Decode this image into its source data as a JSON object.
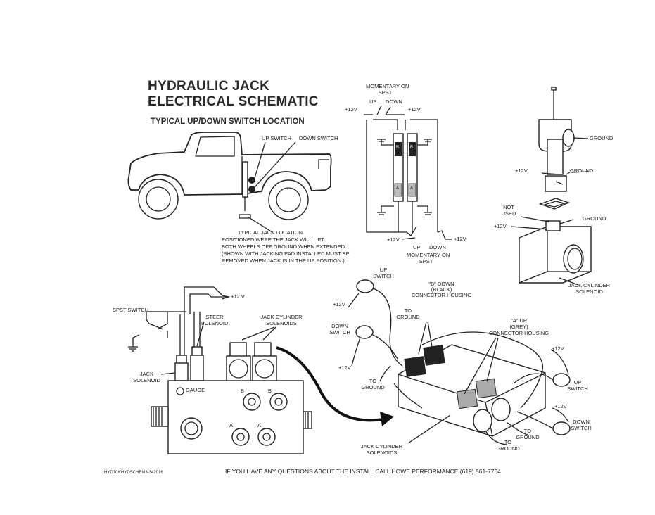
{
  "title_line1": "HYDRAULIC JACK",
  "title_line2": "ELECTRICAL SCHEMATIC",
  "subtitle": "TYPICAL UP/DOWN SWITCH LOCATION",
  "truck": {
    "up_switch": "UP SWITCH",
    "down_switch": "DOWN SWITCH",
    "jack_location_note": [
      "TYPICAL JACK LOCATION.",
      "POSITIONED WERE THE JACK WILL LIFT",
      "BOTH WHEELS OFF GROUND WHEN EXTENDED.",
      "(SHOWN WITH JACKING PAD INSTALLED.MUST BE",
      "REMOVED WHEN JACK IS IN THE UP POSITION.)"
    ]
  },
  "switch_schematic": {
    "top_label": [
      "MOMENTARY ON",
      "SPST"
    ],
    "up": "UP",
    "down": "DOWN",
    "plus12_tl": "+12V",
    "plus12_tr": "+12V",
    "plus12_bl": "+12V",
    "plus12_br": "+12V",
    "b1": "B",
    "b2": "B",
    "a1": "A",
    "a2": "A",
    "bottom_up": "UP",
    "bottom_down": "DOWN",
    "bottom_label": [
      "MOMENTARY ON",
      "SPST"
    ]
  },
  "solenoid_detail": {
    "ground1": "GROUND",
    "plus12": "+12V",
    "ground2": "GROUND",
    "not_used": [
      "NOT",
      "USED"
    ],
    "plus12b": "+12V",
    "ground3": "GROUND",
    "jack_cylinder_solenoid": [
      "JACK CYLINDER",
      "SOLENOID"
    ]
  },
  "wiring": {
    "plus12v": "+12 V",
    "spst_switch": "SPST SWITCH",
    "steer_solenoid": [
      "STEER",
      "SOLENOID"
    ],
    "jack_cylinder_solenoids": [
      "JACK CYLINDER",
      "SOLENOIDS"
    ],
    "jack_solenoid": [
      "JACK",
      "SOLENOID"
    ],
    "gauge": "GAUGE",
    "port_b1": "B",
    "port_b2": "B",
    "port_a1": "A",
    "port_a2": "A"
  },
  "assembly": {
    "up_switch": [
      "UP",
      "SWITCH"
    ],
    "plus12_a": "+12V",
    "b_down": [
      "\"B\" DOWN",
      "(BLACK)",
      "CONNECTOR HOUSING"
    ],
    "to_ground_a": [
      "TO",
      "GROUND"
    ],
    "down_switch": [
      "DOWN",
      "SWITCH"
    ],
    "a_up": [
      "\"A\" UP",
      "(GREY)",
      "CONNECTOR HOUSING"
    ],
    "plus12_b": "+12V",
    "to_ground_b": [
      "TO",
      "GROUND"
    ],
    "plus12_c": "+12V",
    "up_switch_r": [
      "UP",
      "SWITCH"
    ],
    "plus12_d": "+12V",
    "down_switch_r": [
      "DOWN",
      "SWITCH"
    ],
    "to_ground_c": [
      "TO",
      "GROUND"
    ],
    "to_ground_d": [
      "TO",
      "GROUND"
    ],
    "jack_cylinder_solenoids": [
      "JACK CYLINDER",
      "SOLENOIDS"
    ]
  },
  "footer": {
    "doc_code": "HYDJCKHYDSCHEM3-342016",
    "contact": "IF YOU HAVE ANY QUESTIONS ABOUT THE INSTALL CALL HOWE PERFORMANCE (619) 561-7764"
  }
}
